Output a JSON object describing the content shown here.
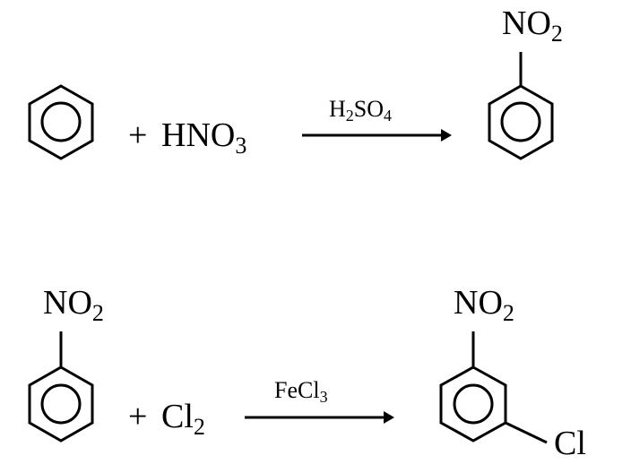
{
  "reactions": [
    {
      "reactant1": {
        "name": "benzene",
        "substituent": ""
      },
      "plus1": "+",
      "reactant2": {
        "main": "HNO",
        "sub": "3"
      },
      "catalyst": {
        "part1": "H",
        "sub1": "2",
        "part2": "SO",
        "sub2": "4"
      },
      "product": {
        "name": "nitrobenzene",
        "group_main": "NO",
        "group_sub": "2"
      }
    },
    {
      "reactant1": {
        "name": "nitrobenzene",
        "group_main": "NO",
        "group_sub": "2"
      },
      "plus1": "+",
      "reactant2": {
        "main": "Cl",
        "sub": "2"
      },
      "catalyst": {
        "main": "FeCl",
        "sub": "3"
      },
      "product": {
        "name": "m-chloronitrobenzene",
        "group_main": "NO",
        "group_sub": "2",
        "meta_main": "Cl"
      }
    }
  ]
}
